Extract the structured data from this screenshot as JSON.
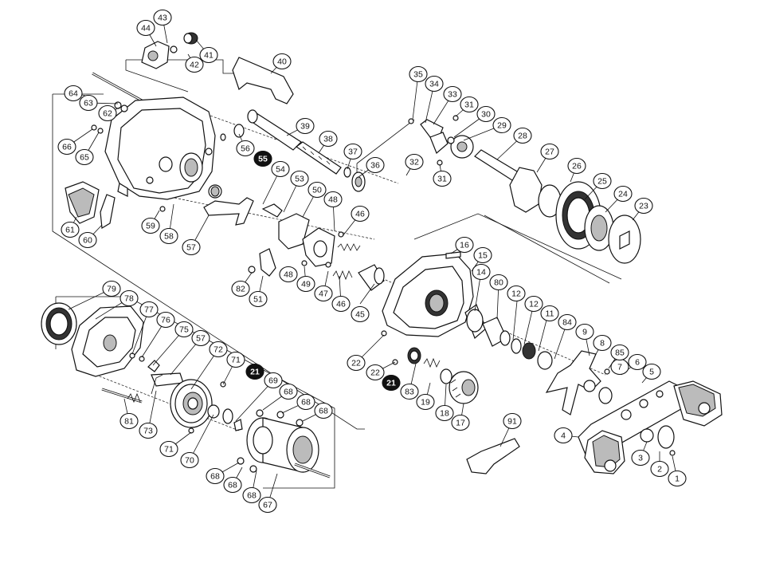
{
  "callouts": [
    {
      "id": "p1",
      "n": "1"
    },
    {
      "id": "p2",
      "n": "2"
    },
    {
      "id": "p3",
      "n": "3"
    },
    {
      "id": "p4",
      "n": "4"
    },
    {
      "id": "p5",
      "n": "5"
    },
    {
      "id": "p6",
      "n": "6"
    },
    {
      "id": "p7",
      "n": "7"
    },
    {
      "id": "p8",
      "n": "8"
    },
    {
      "id": "p9",
      "n": "9"
    },
    {
      "id": "p11",
      "n": "11"
    },
    {
      "id": "p12a",
      "n": "12"
    },
    {
      "id": "p12b",
      "n": "12"
    },
    {
      "id": "p14",
      "n": "14"
    },
    {
      "id": "p15",
      "n": "15"
    },
    {
      "id": "p16",
      "n": "16"
    },
    {
      "id": "p17",
      "n": "17"
    },
    {
      "id": "p18",
      "n": "18"
    },
    {
      "id": "p19",
      "n": "19"
    },
    {
      "id": "p21a",
      "n": "21",
      "dark": true
    },
    {
      "id": "p21b",
      "n": "21",
      "dark": true
    },
    {
      "id": "p22a",
      "n": "22"
    },
    {
      "id": "p22b",
      "n": "22"
    },
    {
      "id": "p23",
      "n": "23"
    },
    {
      "id": "p24",
      "n": "24"
    },
    {
      "id": "p25",
      "n": "25"
    },
    {
      "id": "p26",
      "n": "26"
    },
    {
      "id": "p27",
      "n": "27"
    },
    {
      "id": "p28",
      "n": "28"
    },
    {
      "id": "p29",
      "n": "29"
    },
    {
      "id": "p30",
      "n": "30"
    },
    {
      "id": "p31a",
      "n": "31"
    },
    {
      "id": "p31b",
      "n": "31"
    },
    {
      "id": "p32",
      "n": "32"
    },
    {
      "id": "p33",
      "n": "33"
    },
    {
      "id": "p34",
      "n": "34"
    },
    {
      "id": "p35",
      "n": "35"
    },
    {
      "id": "p36",
      "n": "36"
    },
    {
      "id": "p37",
      "n": "37"
    },
    {
      "id": "p38",
      "n": "38"
    },
    {
      "id": "p39",
      "n": "39"
    },
    {
      "id": "p40",
      "n": "40"
    },
    {
      "id": "p41",
      "n": "41"
    },
    {
      "id": "p42",
      "n": "42"
    },
    {
      "id": "p43",
      "n": "43"
    },
    {
      "id": "p44",
      "n": "44"
    },
    {
      "id": "p45",
      "n": "45"
    },
    {
      "id": "p46a",
      "n": "46"
    },
    {
      "id": "p46b",
      "n": "46"
    },
    {
      "id": "p47",
      "n": "47"
    },
    {
      "id": "p48a",
      "n": "48"
    },
    {
      "id": "p48b",
      "n": "48"
    },
    {
      "id": "p49",
      "n": "49"
    },
    {
      "id": "p50",
      "n": "50"
    },
    {
      "id": "p51",
      "n": "51"
    },
    {
      "id": "p53",
      "n": "53"
    },
    {
      "id": "p54",
      "n": "54"
    },
    {
      "id": "p55",
      "n": "55",
      "dark": true
    },
    {
      "id": "p56",
      "n": "56"
    },
    {
      "id": "p57a",
      "n": "57"
    },
    {
      "id": "p57b",
      "n": "57"
    },
    {
      "id": "p58",
      "n": "58"
    },
    {
      "id": "p59",
      "n": "59"
    },
    {
      "id": "p60",
      "n": "60"
    },
    {
      "id": "p61",
      "n": "61"
    },
    {
      "id": "p62",
      "n": "62"
    },
    {
      "id": "p63",
      "n": "63"
    },
    {
      "id": "p64",
      "n": "64"
    },
    {
      "id": "p65",
      "n": "65"
    },
    {
      "id": "p66",
      "n": "66"
    },
    {
      "id": "p67",
      "n": "67"
    },
    {
      "id": "p68a",
      "n": "68"
    },
    {
      "id": "p68b",
      "n": "68"
    },
    {
      "id": "p68c",
      "n": "68"
    },
    {
      "id": "p68d",
      "n": "68"
    },
    {
      "id": "p68e",
      "n": "68"
    },
    {
      "id": "p68f",
      "n": "68"
    },
    {
      "id": "p69",
      "n": "69"
    },
    {
      "id": "p70",
      "n": "70"
    },
    {
      "id": "p71a",
      "n": "71"
    },
    {
      "id": "p71b",
      "n": "71"
    },
    {
      "id": "p72",
      "n": "72"
    },
    {
      "id": "p73",
      "n": "73"
    },
    {
      "id": "p75",
      "n": "75"
    },
    {
      "id": "p76",
      "n": "76"
    },
    {
      "id": "p77",
      "n": "77"
    },
    {
      "id": "p78",
      "n": "78"
    },
    {
      "id": "p79",
      "n": "79"
    },
    {
      "id": "p80",
      "n": "80"
    },
    {
      "id": "p81",
      "n": "81"
    },
    {
      "id": "p82",
      "n": "82"
    },
    {
      "id": "p83",
      "n": "83"
    },
    {
      "id": "p84",
      "n": "84"
    },
    {
      "id": "p85",
      "n": "85"
    },
    {
      "id": "p91",
      "n": "91"
    }
  ]
}
